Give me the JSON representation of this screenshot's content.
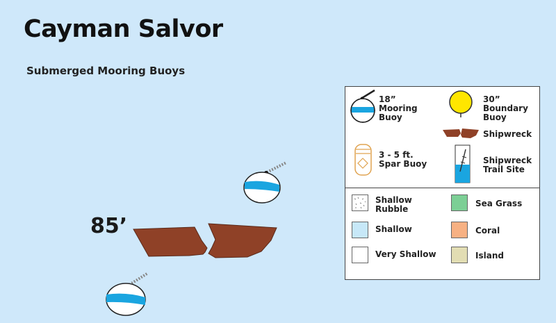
{
  "title": "Cayman Salvor",
  "subtitle": "Submerged Mooring Buoys",
  "depth_label": "85’",
  "legend": {
    "symbols": [
      {
        "icon": "mooring-buoy-icon",
        "label": "18”\nMooring\nBuoy"
      },
      {
        "icon": "boundary-buoy-icon",
        "label": "30”\nBoundary\nBuoy"
      },
      {
        "icon": "shipwreck-icon",
        "label": "Shipwreck"
      },
      {
        "icon": "spar-buoy-icon",
        "label": "3 - 5 ft.\nSpar Buoy"
      },
      {
        "icon": "shipwreck-trail-site-icon",
        "label": "Shipwreck\nTrail Site"
      }
    ],
    "areas": [
      {
        "label": "Shallow\nRubble",
        "color": "#ffffff"
      },
      {
        "label": "Sea Grass",
        "color": "#7ccf95"
      },
      {
        "label": "Shallow",
        "color": "#c7e8f8"
      },
      {
        "label": "Coral",
        "color": "#f7b183"
      },
      {
        "label": "Very Shallow",
        "color": "#ffffff"
      },
      {
        "label": "Island",
        "color": "#e2ddb3"
      }
    ]
  },
  "colors": {
    "water": "#cfe8fa",
    "shipwreck": "#8f4127",
    "buoy_band": "#1aa5e0",
    "boundary_buoy": "#ffe600"
  }
}
